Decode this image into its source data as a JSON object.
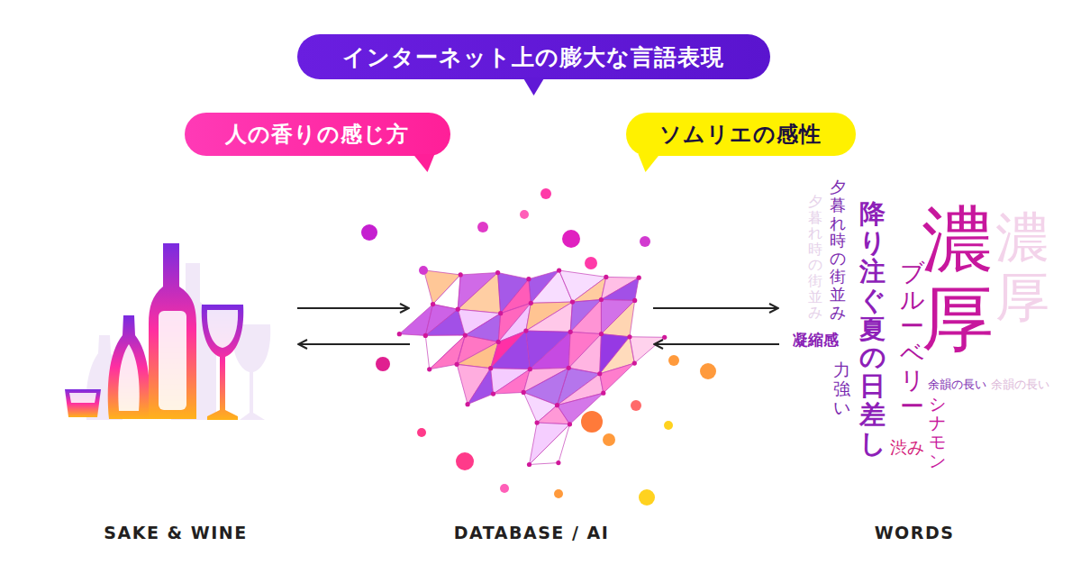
{
  "diagram": {
    "nodes": [
      {
        "text": [
          "インターネット上の膨大な言語表現"
        ]
      },
      {
        "text": [
          "人の香りの感じ方"
        ]
      },
      {
        "text": [
          "ソムリエの感性"
        ]
      },
      {
        "text": [
          "SAKE & WINE"
        ]
      },
      {
        "text": [
          "DATABASE / AI"
        ]
      },
      {
        "text": [
          "WORDS"
        ]
      }
    ],
    "edges": [
      {
        "from": 3,
        "to": 4,
        "arrow": "to"
      },
      {
        "from": 4,
        "to": 3,
        "arrow": "to"
      },
      {
        "from": 4,
        "to": 5,
        "arrow": "to"
      },
      {
        "from": 5,
        "to": 4,
        "arrow": "to"
      }
    ],
    "labels": [
      "夕暮れ時の街並み",
      "降り注ぐ夏の日差し",
      "凝縮感",
      "力強い",
      "濃厚",
      "ブルーベリー",
      "余韻の長い",
      "シナモン",
      "渋み",
      "濃厚",
      "余韻の長い",
      "夕暮れ時の街並み"
    ]
  }
}
